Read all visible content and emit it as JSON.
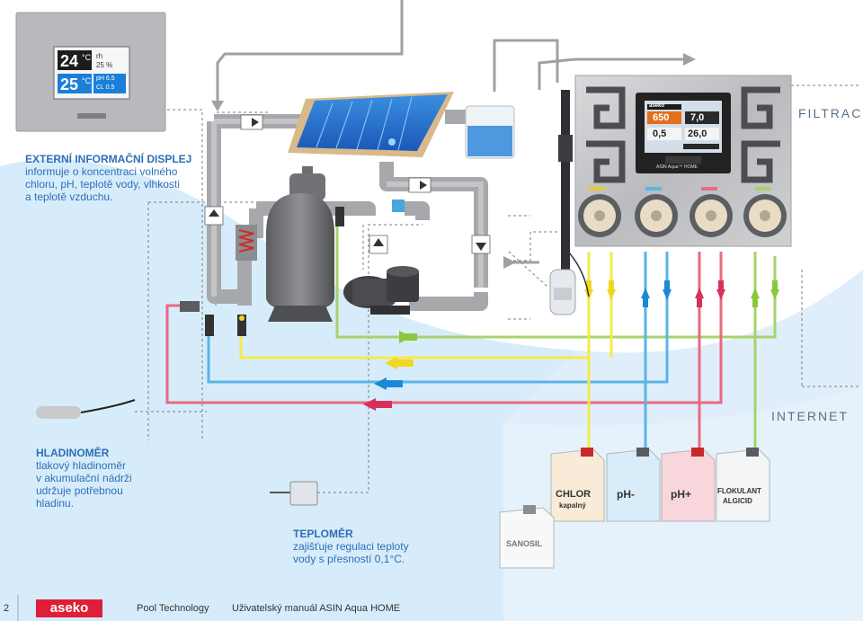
{
  "display": {
    "temp_air": "24",
    "temp_unit": "°C",
    "rh_label": "rh",
    "rh_value": "25 %",
    "temp_water": "25",
    "ph_value": "pH 6.5",
    "cl_value": "CL 0.5"
  },
  "labels": {
    "ext_display_title": "EXTERNÍ INFORMAČNÍ DISPLEJ",
    "ext_display_line1": "informuje o koncentraci volného",
    "ext_display_line2": "chloru, pH, teplotě vody, vlhkosti",
    "ext_display_line3": "a teplotě vzduchu.",
    "filtrace": "FILTRACE",
    "internet": "INTERNET",
    "level_title": "HLADINOMĚR",
    "level_line1": "tlakový hladinoměr",
    "level_line2": "v akumulační nádrži",
    "level_line3": "udržuje potřebnou",
    "level_line4": "hladinu.",
    "thermo_title": "TEPLOMĚR",
    "thermo_line1": "zajišťuje regulaci teploty",
    "thermo_line2": "vody s přesností 0,1°C."
  },
  "controller": {
    "brand": "aseko",
    "model": "ASIN Aqua™ HOME",
    "redox": "650",
    "ph": "7,0",
    "chlorine": "0,5",
    "temperature": "26,0"
  },
  "canisters": {
    "chlor": "CHLOR",
    "chlor_sub": "kapalný",
    "ph_minus": "pH-",
    "ph_plus": "pH+",
    "floc": "FLOKULANT",
    "floc_sub": "ALGICID",
    "sanosil": "SANOSIL"
  },
  "footer": {
    "page_number": "2",
    "logo": "aseko",
    "company": "Pool Technology",
    "manual": "Uživatelský manuál ASIN Aqua HOME"
  },
  "colors": {
    "pipe": "#a6a8ab",
    "yellow_line": "#f4ea4a",
    "green_line": "#a6d36a",
    "blue_line": "#5ab4e8",
    "red_line": "#e86a80",
    "arrow_blue": "#1a8ad6",
    "arrow_red": "#d8305a",
    "arrow_green": "#8cc83c",
    "arrow_yellow": "#f0d820",
    "accent_text": "#2e6fb7",
    "brand_red": "#e01e37"
  }
}
